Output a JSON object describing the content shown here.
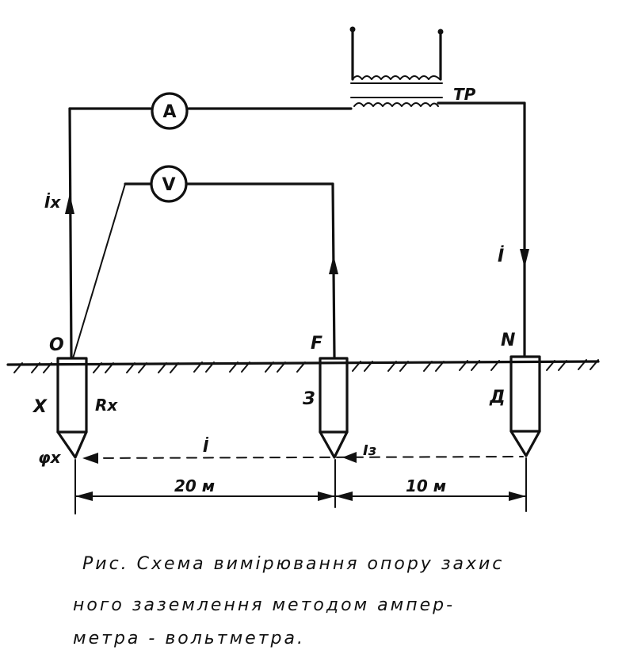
{
  "labels": {
    "ammeter": "A",
    "voltmeter": "V",
    "transformer": "TP",
    "current_x": "İx",
    "current_main": "İ",
    "current_bottom": "İ",
    "current_z": "Iз",
    "node_o": "O",
    "node_f": "F",
    "node_n": "N",
    "electrode_x": "X",
    "resistance_x": "Rx",
    "electrode_z": "З",
    "electrode_d": "Д",
    "potential_x": "φx",
    "dist_20": "20 м",
    "dist_10": "10 м"
  },
  "caption": {
    "line1": "Рис.  Схема  вимірювання  опору  захис",
    "line2": "ного  заземлення  методом  ампер-",
    "line3": "метра - вольтметра."
  }
}
